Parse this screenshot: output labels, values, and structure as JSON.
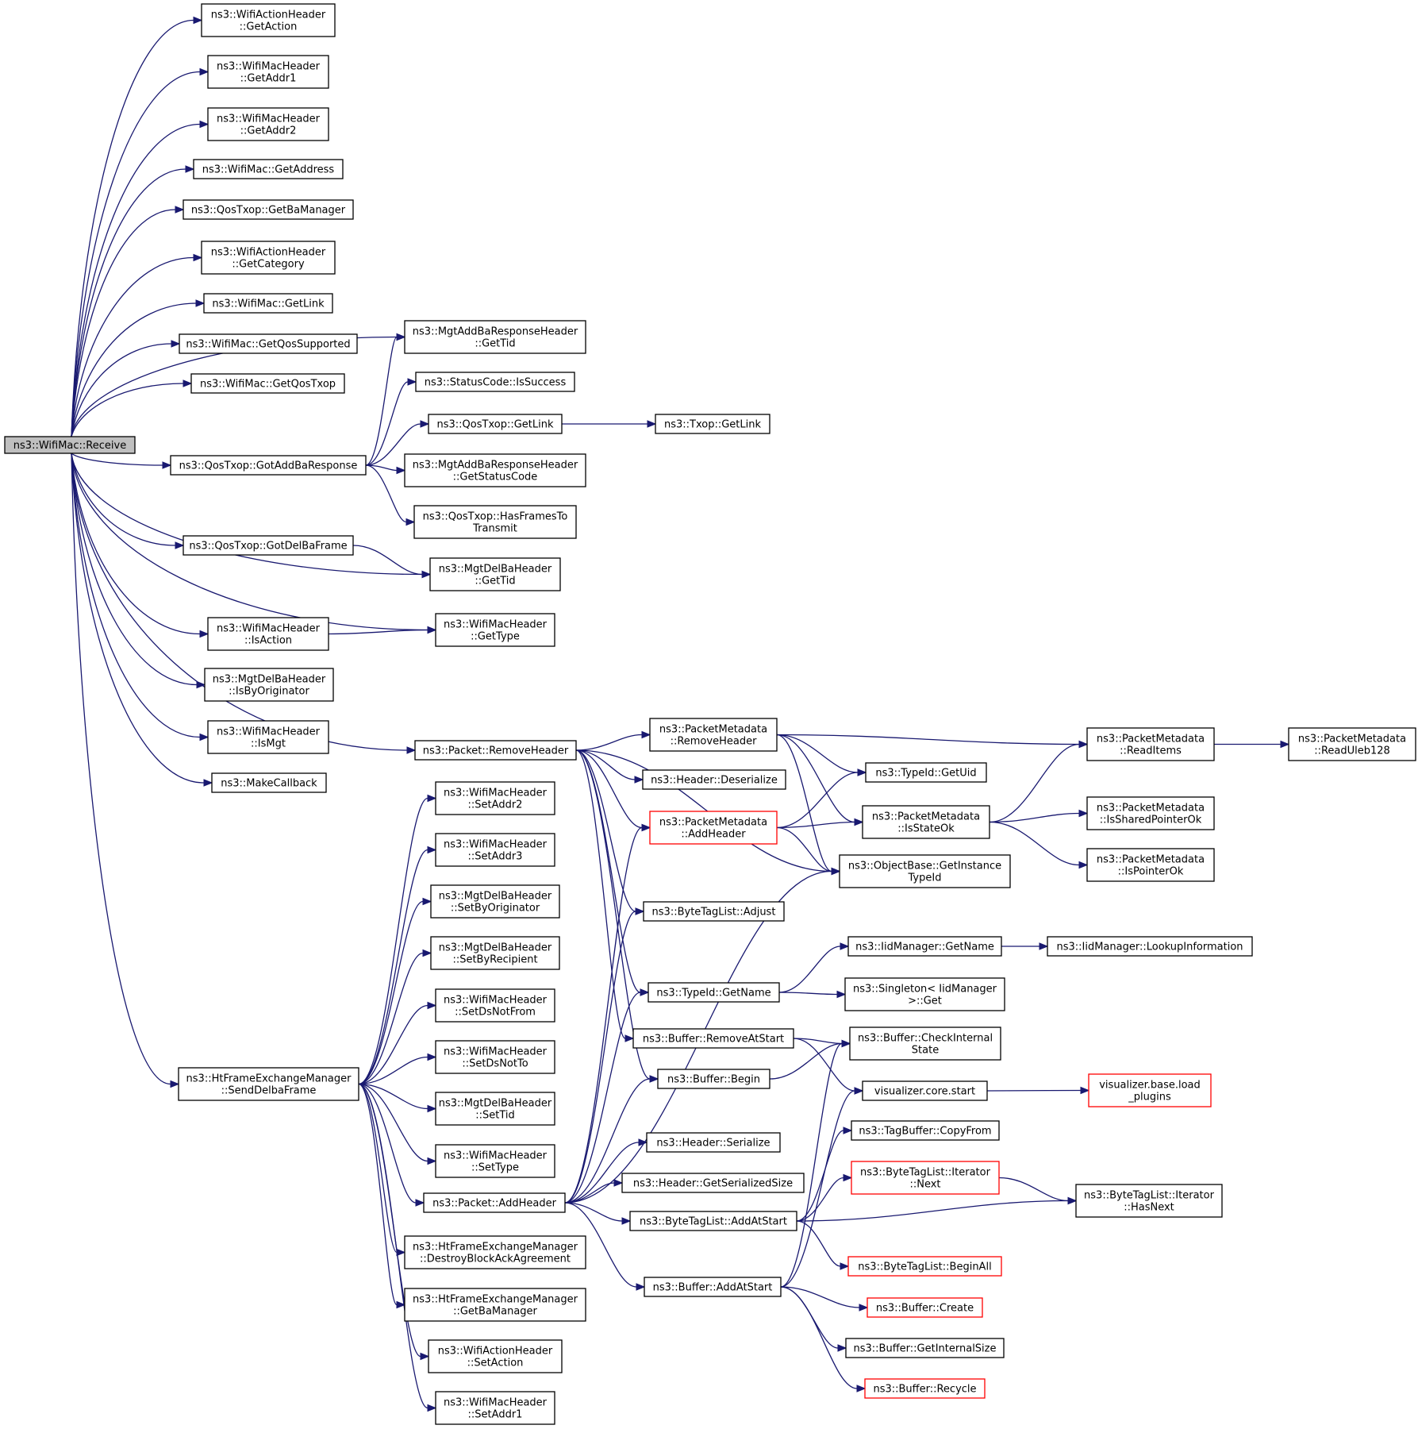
{
  "colors": {
    "edge": "#191970",
    "root_fill": "#bfbfbf",
    "node_border": "#000000",
    "highlight_border": "#ff0000"
  },
  "nodes": {
    "root": {
      "lines": [
        "ns3::WifiMac::Receive"
      ]
    },
    "getAction": {
      "lines": [
        "ns3::WifiActionHeader",
        "::GetAction"
      ]
    },
    "getAddr1": {
      "lines": [
        "ns3::WifiMacHeader",
        "::GetAddr1"
      ]
    },
    "getAddr2": {
      "lines": [
        "ns3::WifiMacHeader",
        "::GetAddr2"
      ]
    },
    "getAddress": {
      "lines": [
        "ns3::WifiMac::GetAddress"
      ]
    },
    "getBaManager": {
      "lines": [
        "ns3::QosTxop::GetBaManager"
      ]
    },
    "getCategory": {
      "lines": [
        "ns3::WifiActionHeader",
        "::GetCategory"
      ]
    },
    "macGetLink": {
      "lines": [
        "ns3::WifiMac::GetLink"
      ]
    },
    "getQosSupported": {
      "lines": [
        "ns3::WifiMac::GetQosSupported"
      ]
    },
    "getQosTxop": {
      "lines": [
        "ns3::WifiMac::GetQosTxop"
      ]
    },
    "respGetTid": {
      "lines": [
        "ns3::MgtAddBaResponseHeader",
        "::GetTid"
      ]
    },
    "isSuccess": {
      "lines": [
        "ns3::StatusCode::IsSuccess"
      ]
    },
    "qosGetLink": {
      "lines": [
        "ns3::QosTxop::GetLink"
      ]
    },
    "txopGetLink": {
      "lines": [
        "ns3::Txop::GetLink"
      ]
    },
    "gotAddBa": {
      "lines": [
        "ns3::QosTxop::GotAddBaResponse"
      ]
    },
    "getStatusCode": {
      "lines": [
        "ns3::MgtAddBaResponseHeader",
        "::GetStatusCode"
      ]
    },
    "hasFrames": {
      "lines": [
        "ns3::QosTxop::HasFramesTo",
        "Transmit"
      ]
    },
    "gotDelBa": {
      "lines": [
        "ns3::QosTxop::GotDelBaFrame"
      ]
    },
    "delGetTid": {
      "lines": [
        "ns3::MgtDelBaHeader",
        "::GetTid"
      ]
    },
    "isAction": {
      "lines": [
        "ns3::WifiMacHeader",
        "::IsAction"
      ]
    },
    "getType": {
      "lines": [
        "ns3::WifiMacHeader",
        "::GetType"
      ]
    },
    "isByOrig": {
      "lines": [
        "ns3::MgtDelBaHeader",
        "::IsByOriginator"
      ]
    },
    "isMgt": {
      "lines": [
        "ns3::WifiMacHeader",
        "::IsMgt"
      ]
    },
    "makeCallback": {
      "lines": [
        "ns3::MakeCallback"
      ]
    },
    "removeHeader": {
      "lines": [
        "ns3::Packet::RemoveHeader"
      ]
    },
    "pmRemoveHeader": {
      "lines": [
        "ns3::PacketMetadata",
        "::RemoveHeader"
      ]
    },
    "readItems": {
      "lines": [
        "ns3::PacketMetadata",
        "::ReadItems"
      ]
    },
    "readUleb": {
      "lines": [
        "ns3::PacketMetadata",
        "::ReadUleb128"
      ]
    },
    "hdrDeserialize": {
      "lines": [
        "ns3::Header::Deserialize"
      ]
    },
    "getUid": {
      "lines": [
        "ns3::TypeId::GetUid"
      ]
    },
    "pmAddHeader": {
      "lines": [
        "ns3::PacketMetadata",
        "::AddHeader"
      ],
      "red": true
    },
    "isStateOk": {
      "lines": [
        "ns3::PacketMetadata",
        "::IsStateOk"
      ]
    },
    "isSharedPtr": {
      "lines": [
        "ns3::PacketMetadata",
        "::IsSharedPointerOk"
      ]
    },
    "isPtrOk": {
      "lines": [
        "ns3::PacketMetadata",
        "::IsPointerOk"
      ]
    },
    "getInstTypeId": {
      "lines": [
        "ns3::ObjectBase::GetInstance",
        "TypeId"
      ]
    },
    "setAddr2": {
      "lines": [
        "ns3::WifiMacHeader",
        "::SetAddr2"
      ]
    },
    "setAddr3": {
      "lines": [
        "ns3::WifiMacHeader",
        "::SetAddr3"
      ]
    },
    "setByOrig": {
      "lines": [
        "ns3::MgtDelBaHeader",
        "::SetByOriginator"
      ]
    },
    "setByRecip": {
      "lines": [
        "ns3::MgtDelBaHeader",
        "::SetByRecipient"
      ]
    },
    "setDsNotFrom": {
      "lines": [
        "ns3::WifiMacHeader",
        "::SetDsNotFrom"
      ]
    },
    "setDsNotTo": {
      "lines": [
        "ns3::WifiMacHeader",
        "::SetDsNotTo"
      ]
    },
    "setTid": {
      "lines": [
        "ns3::MgtDelBaHeader",
        "::SetTid"
      ]
    },
    "setType": {
      "lines": [
        "ns3::WifiMacHeader",
        "::SetType"
      ]
    },
    "sendDelba": {
      "lines": [
        "ns3::HtFrameExchangeManager",
        "::SendDelbaFrame"
      ]
    },
    "btlAdjust": {
      "lines": [
        "ns3::ByteTagList::Adjust"
      ]
    },
    "iidGetName": {
      "lines": [
        "ns3::IidManager::GetName"
      ]
    },
    "lookupInfo": {
      "lines": [
        "ns3::IidManager::LookupInformation"
      ]
    },
    "typeIdGetName": {
      "lines": [
        "ns3::TypeId::GetName"
      ]
    },
    "singletonGet": {
      "lines": [
        "ns3::Singleton< IidManager",
        ">::Get"
      ]
    },
    "removeAtStart": {
      "lines": [
        "ns3::Buffer::RemoveAtStart"
      ]
    },
    "checkInternal": {
      "lines": [
        "ns3::Buffer::CheckInternal",
        "State"
      ]
    },
    "bufBegin": {
      "lines": [
        "ns3::Buffer::Begin"
      ]
    },
    "vizStart": {
      "lines": [
        "visualizer.core.start"
      ]
    },
    "vizLoad": {
      "lines": [
        "visualizer.base.load",
        "_plugins"
      ],
      "red": true
    },
    "tagCopyFrom": {
      "lines": [
        "ns3::TagBuffer::CopyFrom"
      ]
    },
    "hdrSerialize": {
      "lines": [
        "ns3::Header::Serialize"
      ]
    },
    "iterNext": {
      "lines": [
        "ns3::ByteTagList::Iterator",
        "::Next"
      ],
      "red": true
    },
    "iterHasNext": {
      "lines": [
        "ns3::ByteTagList::Iterator",
        "::HasNext"
      ]
    },
    "hdrGetSize": {
      "lines": [
        "ns3::Header::GetSerializedSize"
      ]
    },
    "pktAddHeader": {
      "lines": [
        "ns3::Packet::AddHeader"
      ]
    },
    "btlAddAtStart": {
      "lines": [
        "ns3::ByteTagList::AddAtStart"
      ]
    },
    "destroyBa": {
      "lines": [
        "ns3::HtFrameExchangeManager",
        "::DestroyBlockAckAgreement"
      ]
    },
    "beginAll": {
      "lines": [
        "ns3::ByteTagList::BeginAll"
      ],
      "red": true
    },
    "bufAddAtStart": {
      "lines": [
        "ns3::Buffer::AddAtStart"
      ]
    },
    "htGetBaManager": {
      "lines": [
        "ns3::HtFrameExchangeManager",
        "::GetBaManager"
      ]
    },
    "bufCreate": {
      "lines": [
        "ns3::Buffer::Create"
      ],
      "red": true
    },
    "setAction": {
      "lines": [
        "ns3::WifiActionHeader",
        "::SetAction"
      ]
    },
    "getInternalSize": {
      "lines": [
        "ns3::Buffer::GetInternalSize"
      ]
    },
    "bufRecycle": {
      "lines": [
        "ns3::Buffer::Recycle"
      ],
      "red": true
    },
    "setAddr1": {
      "lines": [
        "ns3::WifiMacHeader",
        "::SetAddr1"
      ]
    }
  }
}
